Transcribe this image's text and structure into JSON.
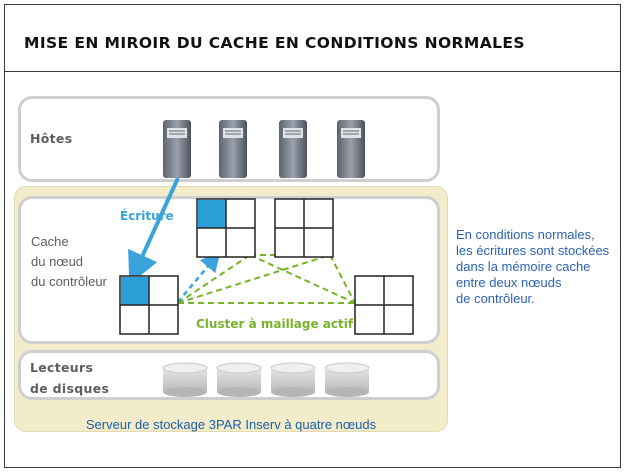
{
  "title": "MISE EN MIROIR DU CACHE EN CONDITIONS NORMALES",
  "hosts_label": "Hôtes",
  "cache_label": "Cache\ndu nœud\ndu contrôleur",
  "drives_label": "Lecteurs\nde disques",
  "write_label": "Écriture",
  "cluster_label": "Cluster à maillage actif",
  "server_caption": "Serveur de stockage 3PAR Inserv à quatre nœuds",
  "side_note": "En conditions normales,\nles écritures sont stockées\ndans la mémoire cache\nentre deux nœuds\nde contrôleur.",
  "colors": {
    "write_blue": "#3aa3dc",
    "mesh_green": "#77b22b",
    "caption_blue": "#1d5fa8",
    "server_beige": "#f3eccb"
  },
  "icons": {
    "host": "server-tower-icon",
    "drive": "disk-cylinder-icon"
  }
}
